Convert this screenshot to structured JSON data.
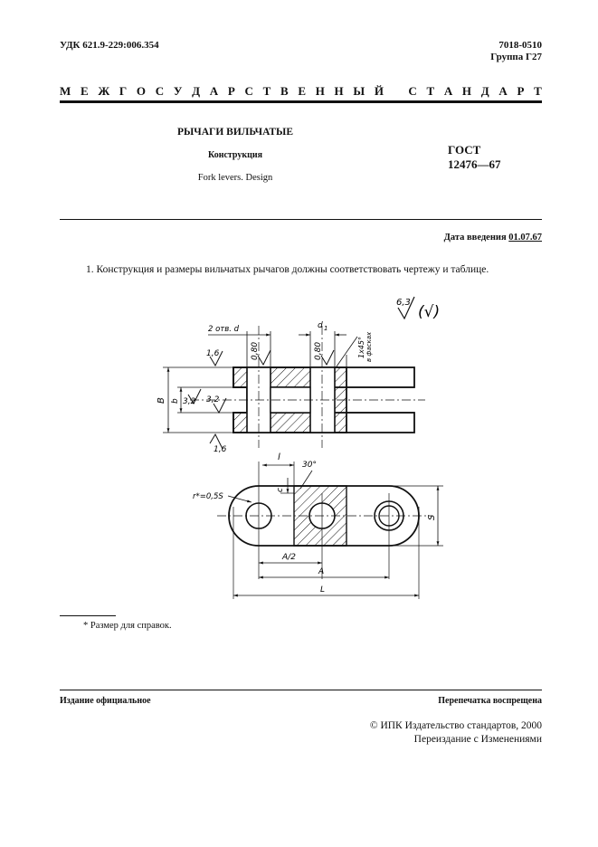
{
  "header": {
    "udk": "УДК 621.9-229:006.354",
    "code": "7018-0510",
    "group": "Группа Г27",
    "banner_left": [
      "М",
      "Е",
      "Ж",
      "Г",
      "О",
      "С",
      "У",
      "Д",
      "А",
      "Р",
      "С",
      "Т",
      "В",
      "Е",
      "Н",
      "Н",
      "Ы",
      "Й"
    ],
    "banner_right": [
      "С",
      "Т",
      "А",
      "Н",
      "Д",
      "А",
      "Р",
      "Т"
    ]
  },
  "title": {
    "ru": "РЫЧАГИ ВИЛЬЧАТЫЕ",
    "subtitle": "Конструкция",
    "en": "Fork levers. Design"
  },
  "gost": {
    "label": "ГОСТ",
    "number": "12476—67"
  },
  "intro": {
    "label": "Дата введения",
    "date": "01.07.67"
  },
  "paragraph": "1. Конструкция и размеры вильчатых рычагов должны соответствовать чертежу и таблице.",
  "drawing": {
    "roughness_main": "6,3",
    "roughness_paren": "(√)",
    "label_holes": "2 отв. d",
    "label_d1": "d",
    "label_d1_sub": "1",
    "chamfer_1": "1х45°",
    "chamfer_2": "в фасках",
    "rough_080": "0,80",
    "rough_16": "1,6",
    "rough_32": "3,2",
    "dim_B": "B",
    "dim_b": "b",
    "dim_l": "l",
    "dim_c": "c",
    "dim_30": "30°",
    "dim_r": "r*=0,5S",
    "dim_S": "S",
    "dim_A2": "A/2",
    "dim_A": "A",
    "dim_L": "L"
  },
  "footnote": "* Размер для справок.",
  "footer": {
    "edition": "Издание официальное",
    "reprint": "Перепечатка воспрещена",
    "copyright": "© ИПК Издательство стандартов, 2000",
    "reissue": "Переиздание с Изменениями"
  }
}
